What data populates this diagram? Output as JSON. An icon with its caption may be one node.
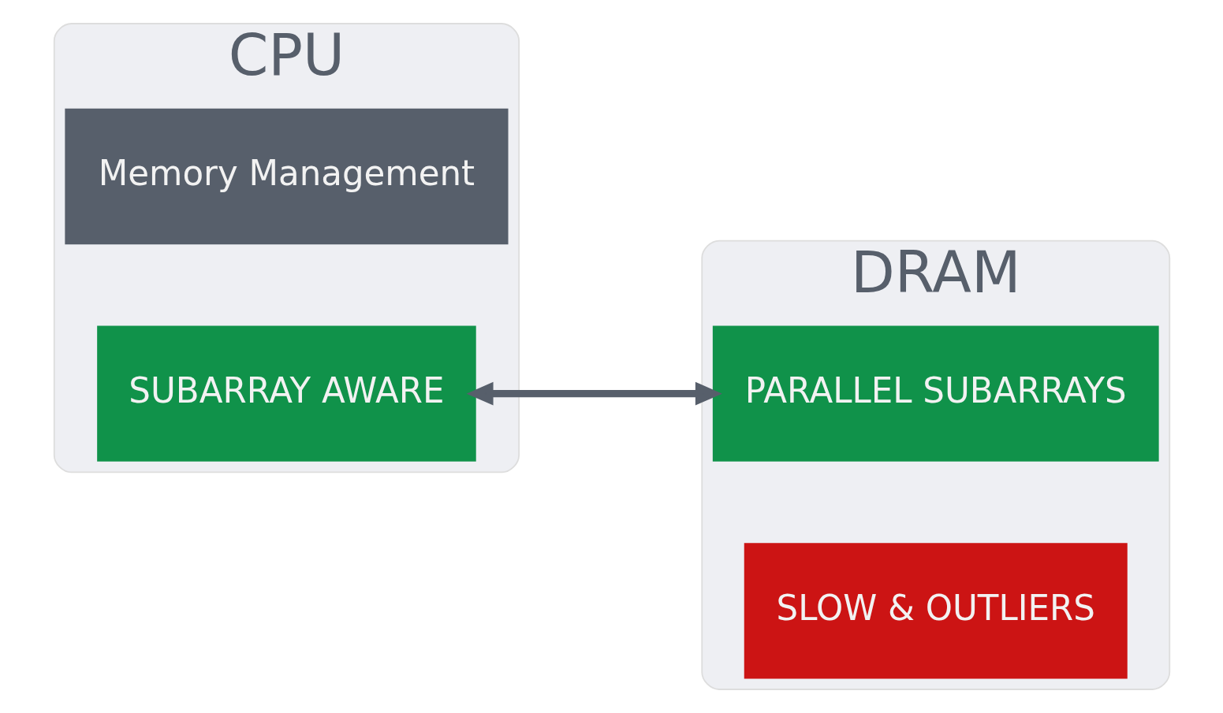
{
  "diagram": {
    "nodes": [
      {
        "text": [
          "CPU"
        ]
      },
      {
        "text": [
          "Memory Management"
        ],
        "in": 0
      },
      {
        "text": [
          "SUBARRAY AWARE"
        ],
        "in": 0
      },
      {
        "text": [
          "DRAM"
        ]
      },
      {
        "text": [
          "PARALLEL SUBARRAYS"
        ],
        "in": 3
      },
      {
        "text": [
          "SLOW & OUTLIERS"
        ],
        "in": 3
      }
    ],
    "edges": [
      {
        "from": 2,
        "to": 4,
        "arrow": "both",
        "color": "#575f6b"
      }
    ]
  }
}
